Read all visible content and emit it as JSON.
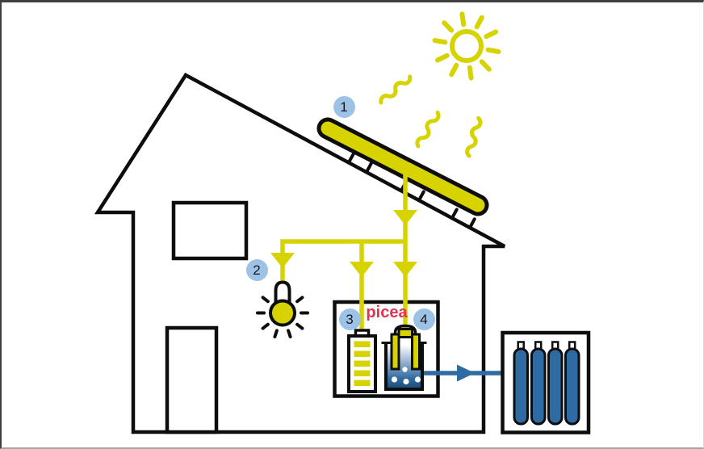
{
  "diagram": {
    "markers": [
      {
        "id": 1,
        "label": "1"
      },
      {
        "id": 2,
        "label": "2"
      },
      {
        "id": 3,
        "label": "3"
      },
      {
        "id": 4,
        "label": "4"
      }
    ],
    "brand": {
      "logo_text": "picea"
    }
  },
  "icons": {
    "sun": "sun-icon",
    "heat_waves": "heat-wave-icon",
    "solar_panel": "solar-panel-icon",
    "house": "house-outline-icon",
    "light_bulb": "light-bulb-icon",
    "battery": "battery-icon",
    "electrolyzer": "electrolyzer-icon",
    "gas_cylinders": "gas-cylinder-icon",
    "energy_arrows": "flow-arrow-icon"
  },
  "colors": {
    "yellow": "#d7d300",
    "blue": "#2e6ba3",
    "liquid_dark": "#1e4d78",
    "badge": "#9cc2e5",
    "brand": "#e23153",
    "outline": "#0d0d0d"
  }
}
